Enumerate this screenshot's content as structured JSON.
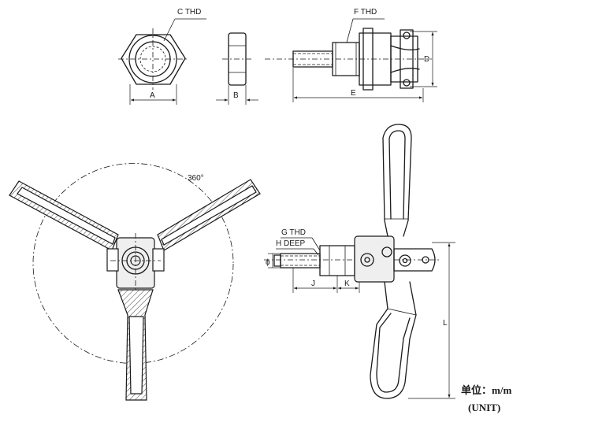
{
  "labels": {
    "c_thd": "C THD",
    "f_thd": "F THD",
    "g_thd": "G THD",
    "h_deep": "H DEEP",
    "a": "A",
    "b": "B",
    "d": "D",
    "e": "E",
    "j": "J",
    "k": "K",
    "l": "L",
    "phi": "ϕ",
    "rotation": "360°"
  },
  "unit_note": {
    "line1": "单位：m/m",
    "line2": "(UNIT)"
  }
}
